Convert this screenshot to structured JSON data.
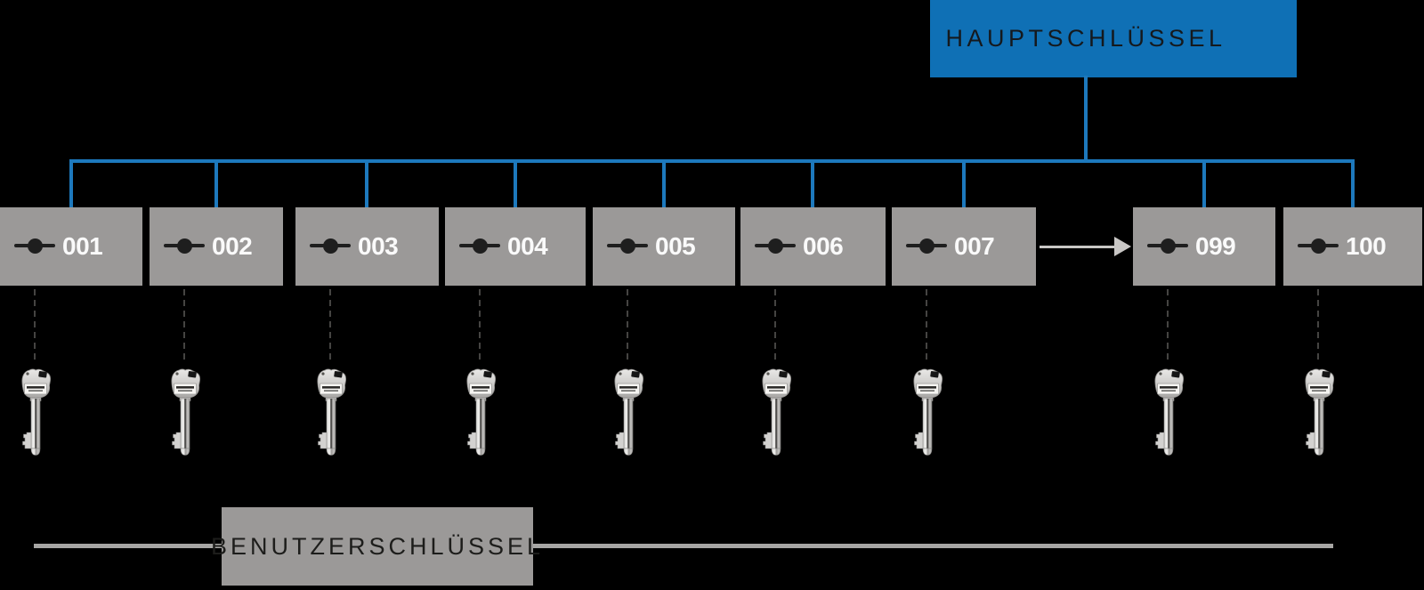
{
  "master_box": {
    "label": "HAUPTSCHLÜSSEL"
  },
  "key_boxes": [
    {
      "label": "001"
    },
    {
      "label": "002"
    },
    {
      "label": "003"
    },
    {
      "label": "004"
    },
    {
      "label": "005"
    },
    {
      "label": "006"
    },
    {
      "label": "007"
    },
    {
      "label": "099"
    },
    {
      "label": "100"
    }
  ],
  "continuation_arrow": {
    "from": "007",
    "to": "099",
    "direction": "right"
  },
  "user_band": {
    "label": "BENUTZERSCHLÜSSEL"
  },
  "icons": {
    "cylinder": "key-cylinder-dot-icon",
    "key_photo": "bit-key-icon"
  },
  "colors": {
    "background": "#000000",
    "master_blue": "#0f70b5",
    "connector_blue": "#1d79bd",
    "box_gray": "#9b9998",
    "label_text_dark": "#15191d",
    "band_text_dark": "#1d1d1b",
    "number_white": "#fafafa",
    "icon_black": "#1e1e1e",
    "band_line_gray": "#a7a6a4",
    "arrow_gray": "#c9c7c5",
    "dash_gray": "#454442"
  }
}
